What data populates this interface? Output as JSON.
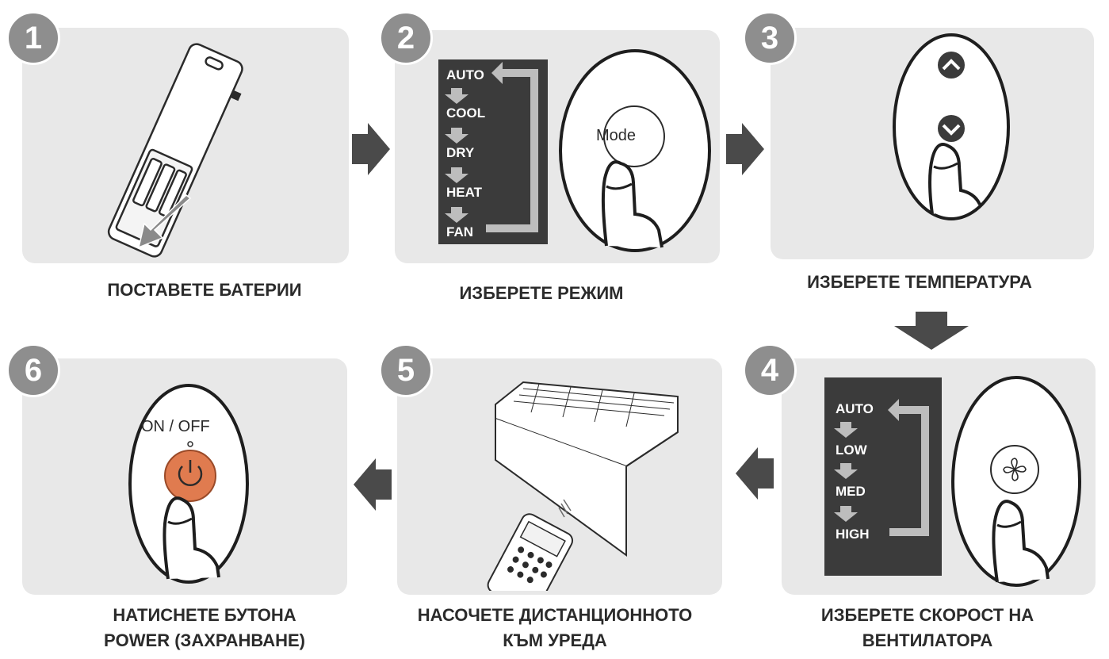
{
  "steps": [
    {
      "number": "1",
      "caption": "ПОСТАВЕТЕ БАТЕРИИ"
    },
    {
      "number": "2",
      "caption": "ИЗБЕРЕТЕ РЕЖИМ"
    },
    {
      "number": "3",
      "caption": "ИЗБЕРЕТЕ ТЕМПЕРАТУРА"
    },
    {
      "number": "4",
      "caption_line1": "ИЗБЕРЕТЕ СКОРОСТ НА",
      "caption_line2": "ВЕНТИЛАТОРА"
    },
    {
      "number": "5",
      "caption_line1": "НАСОЧЕТЕ ДИСТАНЦИОННОТО",
      "caption_line2": "КЪМ УРЕДА"
    },
    {
      "number": "6",
      "caption_line1": "НАТИСНЕТЕ БУТОНА",
      "caption_line2": "POWER (ЗАХРАНВАНЕ)"
    }
  ],
  "modes": [
    "AUTO",
    "COOL",
    "DRY",
    "HEAT",
    "FAN"
  ],
  "mode_button": "Mode",
  "fan_speeds": [
    "AUTO",
    "LOW",
    "MED",
    "HIGH"
  ],
  "power_button": "ON / OFF",
  "colors": {
    "panel": "#e8e8e8",
    "badge": "#8e8e8e",
    "arrow": "#4a4a4a",
    "power": "#e07b4f"
  }
}
